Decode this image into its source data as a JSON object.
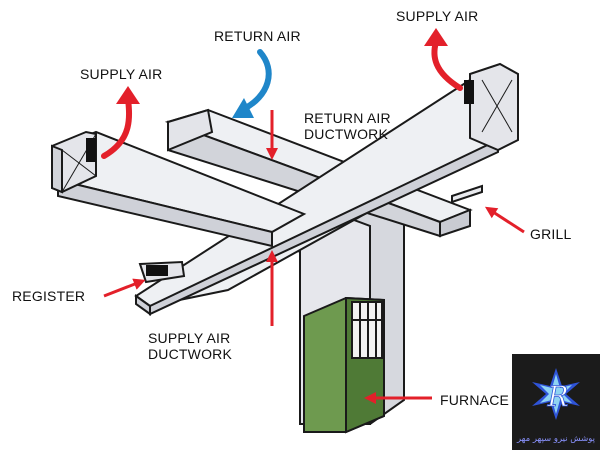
{
  "diagram": {
    "labels": {
      "supply_air_left": "SUPPLY AIR",
      "supply_air_right": "SUPPLY AIR",
      "return_air": "RETURN AIR",
      "return_air_ductwork": [
        "RETURN AIR",
        "DUCTWORK"
      ],
      "supply_air_ductwork": [
        "SUPPLY AIR",
        "DUCTWORK"
      ],
      "grill": "GRILL",
      "register": "REGISTER",
      "furnace": "FURNACE"
    },
    "colors": {
      "duct_fill": "#e9eaee",
      "duct_side": "#cfd1d8",
      "outline": "#1a1a1a",
      "supply_arrow": "#e3202a",
      "return_arrow": "#1f86c9",
      "leader_arrow": "#e3202a",
      "furnace": "#6e9a4f",
      "furnace_dark": "#4f7a36"
    },
    "watermark": {
      "caption": "پوشش نیرو سپهر مهر",
      "letter": "R"
    }
  }
}
